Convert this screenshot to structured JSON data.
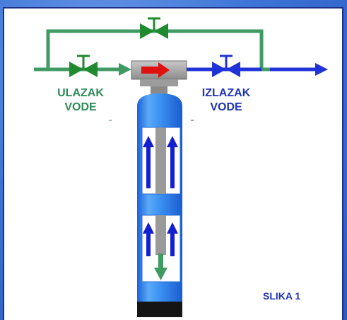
{
  "labels": {
    "inlet_line1": "ULAZAK",
    "inlet_line2": "VODE",
    "outlet_line1": "IZLAZAK",
    "outlet_line2": "VODE",
    "caption": "SLIKA 1"
  },
  "colors": {
    "inlet": "#2e8b57",
    "outlet": "#1f33b8",
    "valve_green": "#1f8a2e",
    "tank": "#2f86ec",
    "frame": "#1d2f86",
    "head_arrow": "#e01010"
  }
}
